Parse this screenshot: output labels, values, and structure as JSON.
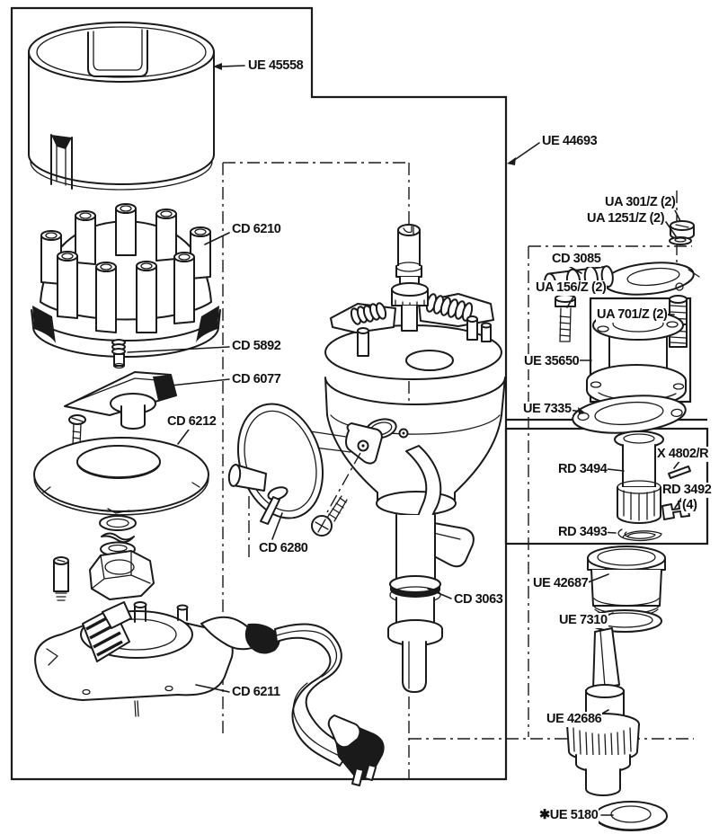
{
  "diagram": {
    "subject": "ignition distributor exploded parts diagram",
    "background": "#ffffff",
    "line_color": "#1a1a1a",
    "labels": {
      "ue45558": "UE 45558",
      "cd6210": "CD 6210",
      "cd5892": "CD 5892",
      "cd6077": "CD 6077",
      "cd6212": "CD 6212",
      "cd6280": "CD 6280",
      "cd6211": "CD 6211",
      "cd3063": "CD 3063",
      "ue44693": "UE 44693",
      "ua301z": "UA 301/Z (2)",
      "ua1251z": "UA 1251/Z (2)",
      "cd3085": "CD 3085",
      "ua156z": "UA 156/Z (2)",
      "ua701z": "UA 701/Z (2)",
      "ue35650": "UE 35650",
      "ue7335": "UE 7335",
      "rd3494": "RD 3494",
      "x4802r": "X 4802/R",
      "rd3492": "RD 3492",
      "rd3492_qty": "(4)",
      "rd3493": "RD 3493",
      "ue42687": "UE 42687",
      "ue7310": "UE 7310",
      "ue42686": "UE 42686",
      "ue5180": "✱UE 5180"
    }
  }
}
